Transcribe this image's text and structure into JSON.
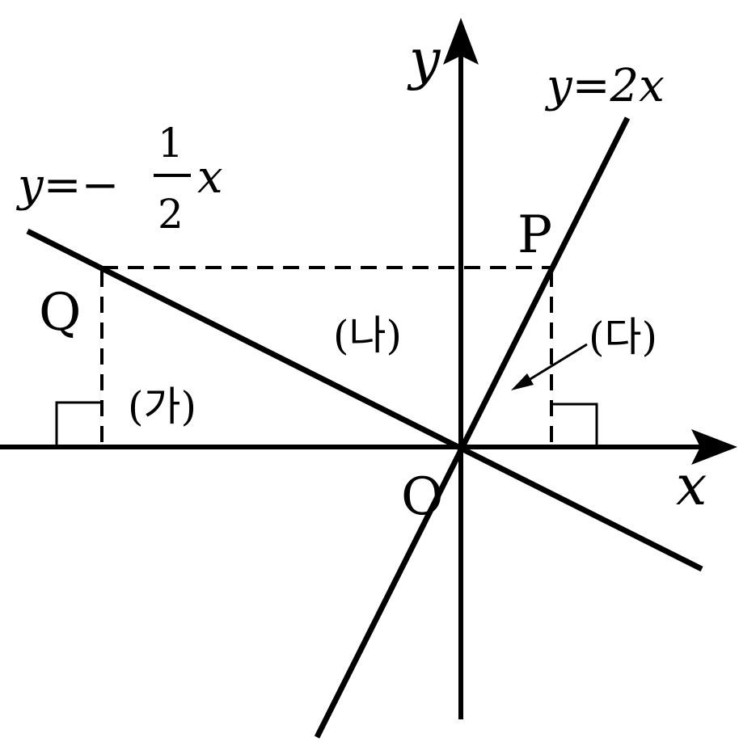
{
  "axes": {
    "x_label": "x",
    "y_label": "y",
    "origin_label": "O"
  },
  "lines": {
    "line_2x": {
      "lhs": "y=2",
      "var": "x"
    },
    "line_neg_half": {
      "lhs": "y=−",
      "numerator": "1",
      "denominator": "2",
      "var": "x"
    }
  },
  "points": {
    "p": "P",
    "q": "Q"
  },
  "regions": {
    "ga": "(가)",
    "na": "(나)",
    "da": "(다)"
  }
}
